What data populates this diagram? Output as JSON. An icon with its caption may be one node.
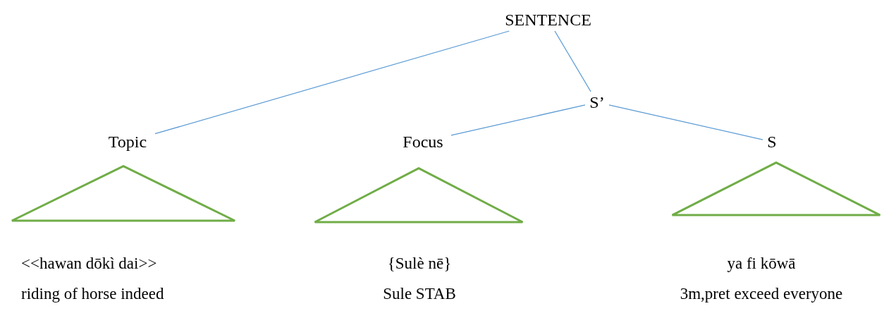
{
  "diagram": {
    "nodes": [
      {
        "text": [
          "SENTENCE"
        ]
      },
      {
        "text": [
          "S’"
        ]
      },
      {
        "text": [
          "Topic"
        ]
      },
      {
        "text": [
          "Focus"
        ]
      },
      {
        "text": [
          "S"
        ]
      },
      {
        "text": [],
        "shape": "triangle",
        "beside": [
          "<<hawan dōkì dai>>",
          "riding of horse indeed"
        ]
      },
      {
        "text": [],
        "shape": "triangle",
        "beside": [
          "{Sulè nē}",
          "Sule STAB"
        ]
      },
      {
        "text": [],
        "shape": "triangle",
        "beside": [
          "ya fi kōwā",
          "3m,pret exceed everyone"
        ]
      }
    ],
    "edges": [
      {
        "from": 0,
        "to": 2,
        "arrow": "none"
      },
      {
        "from": 0,
        "to": 1,
        "arrow": "none"
      },
      {
        "from": 1,
        "to": 3,
        "arrow": "none"
      },
      {
        "from": 1,
        "to": 4,
        "arrow": "none"
      }
    ]
  }
}
